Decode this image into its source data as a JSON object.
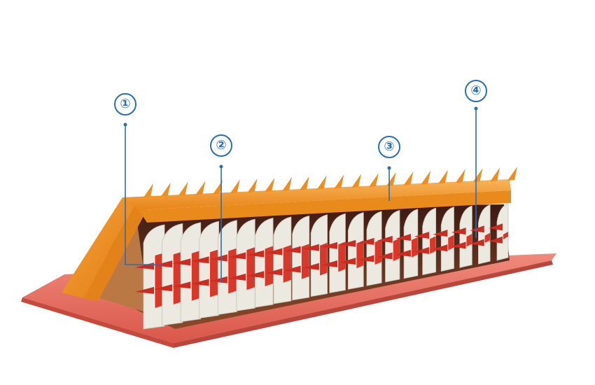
{
  "diagram": {
    "callouts": [
      {
        "id": "1",
        "label": "①"
      },
      {
        "id": "2",
        "label": "②"
      },
      {
        "id": "3",
        "label": "③"
      },
      {
        "id": "4",
        "label": "④"
      }
    ],
    "colors": {
      "callout": "#2a6fb0",
      "frame_orange": "#f28c1e",
      "frame_orange_light": "#f6b455",
      "base_plate": "#e8776b",
      "spike_red": "#d9372a",
      "block_white": "#ece9e1",
      "gap_dark": "#5a2a1e"
    }
  }
}
